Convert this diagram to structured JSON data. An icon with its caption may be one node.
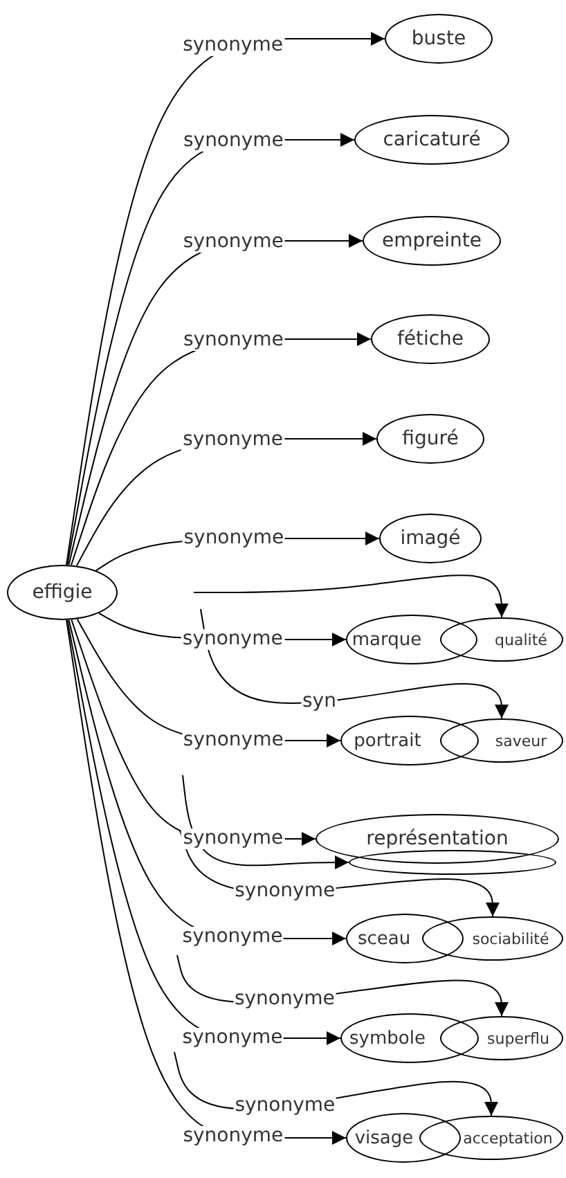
{
  "diagram": {
    "nodes": [
      {
        "text": [
          "effigie"
        ]
      },
      {
        "text": [
          "buste"
        ]
      },
      {
        "text": [
          "caricaturé"
        ]
      },
      {
        "text": [
          "empreinte"
        ]
      },
      {
        "text": [
          "fétiche"
        ]
      },
      {
        "text": [
          "figuré"
        ]
      },
      {
        "text": [
          "imagé"
        ]
      },
      {
        "text": [
          "marque"
        ]
      },
      {
        "text": [
          "portrait"
        ]
      },
      {
        "text": [
          "représentation"
        ]
      },
      {
        "text": [
          "sceau"
        ]
      },
      {
        "text": [
          "symbole"
        ]
      },
      {
        "text": [
          "visage"
        ]
      },
      {
        "text": [
          "qualité"
        ]
      },
      {
        "text": [
          "saveur"
        ]
      },
      {
        "text": [],
        "shape": "circle"
      },
      {
        "text": [
          "sociabilité"
        ]
      },
      {
        "text": [
          "superflu"
        ]
      },
      {
        "text": [
          "acceptation"
        ]
      }
    ],
    "edges": [
      {
        "from": 0,
        "to": 1,
        "arrow": "to",
        "label": "synonyme"
      },
      {
        "from": 0,
        "to": 2,
        "arrow": "to",
        "label": "synonyme"
      },
      {
        "from": 0,
        "to": 3,
        "arrow": "to",
        "label": "synonyme"
      },
      {
        "from": 0,
        "to": 4,
        "arrow": "to",
        "label": "synonyme"
      },
      {
        "from": 0,
        "to": 5,
        "arrow": "to",
        "label": "synonyme"
      },
      {
        "from": 0,
        "to": 6,
        "arrow": "to",
        "label": "synonyme"
      },
      {
        "from": 0,
        "to": 7,
        "arrow": "to",
        "label": "synonyme"
      },
      {
        "from": 0,
        "to": 8,
        "arrow": "to",
        "label": "synonyme"
      },
      {
        "from": 0,
        "to": 9,
        "arrow": "to",
        "label": "synonyme"
      },
      {
        "from": 0,
        "to": 10,
        "arrow": "to",
        "label": "synonyme"
      },
      {
        "from": 0,
        "to": 11,
        "arrow": "to",
        "label": "synonyme"
      },
      {
        "from": 0,
        "to": 12,
        "arrow": "to",
        "label": "synonyme"
      },
      {
        "from": null,
        "to": 13,
        "arrow": "to"
      },
      {
        "from": null,
        "to": 14,
        "arrow": "to",
        "label": "syn"
      },
      {
        "from": null,
        "to": 15,
        "arrow": "to"
      },
      {
        "from": null,
        "to": 16,
        "arrow": "to",
        "label": "synonyme"
      },
      {
        "from": null,
        "to": 17,
        "arrow": "to",
        "label": "synonyme"
      },
      {
        "from": null,
        "to": 18,
        "arrow": "to",
        "label": "synonyme"
      }
    ]
  }
}
